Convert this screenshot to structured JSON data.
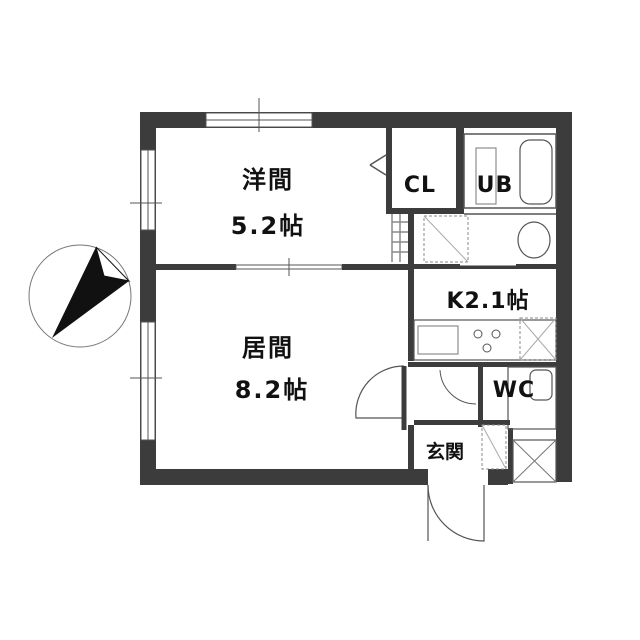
{
  "rooms": {
    "western": {
      "name": "洋間",
      "size": "5.2帖"
    },
    "living": {
      "name": "居間",
      "size": "8.2帖"
    },
    "closet": {
      "label": "CL"
    },
    "bath": {
      "label": "UB"
    },
    "kitchen": {
      "label": "K2.1帖"
    },
    "toilet": {
      "label": "WC"
    },
    "entrance": {
      "label": "玄関"
    }
  },
  "colors": {
    "wall": "#3c3c3c",
    "line": "#555555",
    "thin": "#888888"
  },
  "icons": {
    "compass": "north-arrow-icon"
  }
}
